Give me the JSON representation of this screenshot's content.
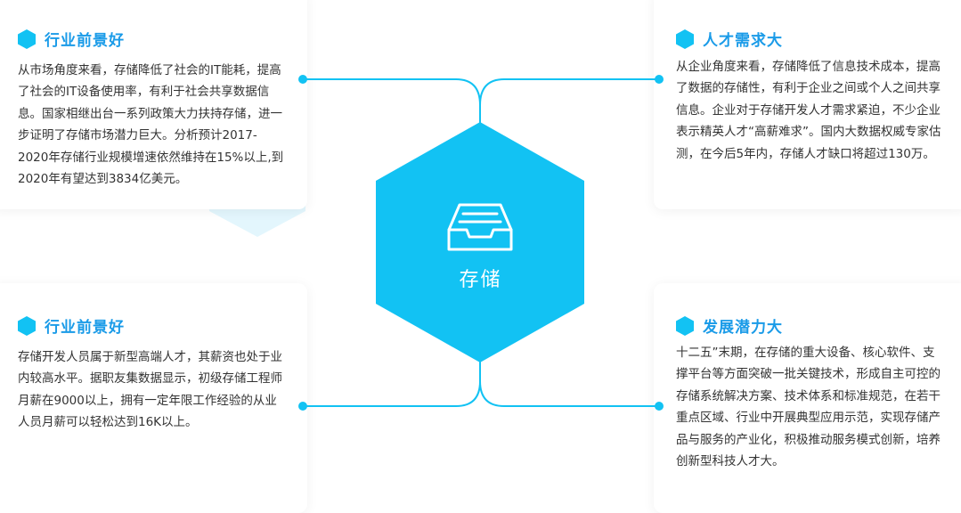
{
  "center": {
    "label": "存储",
    "icon": "inbox-tray-icon",
    "color": "#12c2f3"
  },
  "accent": "#1a9be8",
  "cards": [
    {
      "title": "行业前景好",
      "body": "从市场角度来看，存储降低了社会的IT能耗，提高了社会的IT设备使用率，有利于社会共享数据信息。国家相继出台一系列政策大力扶持存储，进一步证明了存储市场潜力巨大。分析预计2017-2020年存储行业规模增速依然维持在15%以上,到2020年有望达到3834亿美元。"
    },
    {
      "title": "人才需求大",
      "body": "从企业角度来看，存储降低了信息技术成本，提高了数据的存储性，有利于企业之间或个人之间共享信息。企业对于存储开发人才需求紧迫，不少企业表示精英人才“高薪难求”。国内大数据权威专家估测，在今后5年内，存储人才缺口将超过130万。"
    },
    {
      "title": "行业前景好",
      "body": "存储开发人员属于新型高端人才，其薪资也处于业内较高水平。据职友集数据显示，初级存储工程师月薪在9000以上，拥有一定年限工作经验的从业人员月薪可以轻松达到16K以上。"
    },
    {
      "title": "发展潜力大",
      "body": "十二五”末期，在存储的重大设备、核心软件、支撑平台等方面突破一批关键技术，形成自主可控的存储系统解决方案、技术体系和标准规范，在若干重点区域、行业中开展典型应用示范，实现存储产品与服务的产业化，积极推动服务模式创新，培养创新型科技人才大。"
    }
  ]
}
